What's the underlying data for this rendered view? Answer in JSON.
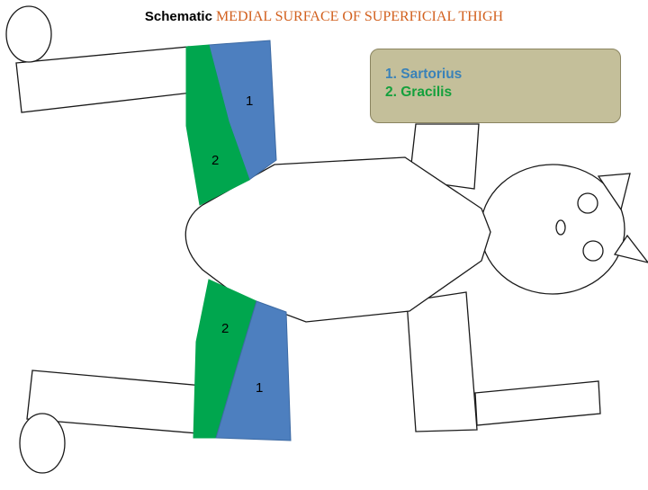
{
  "title": {
    "prefix": "Schematic",
    "main": "MEDIAL SURFACE OF SUPERFICIAL THIGH",
    "main_color": "#d2601e"
  },
  "legend": {
    "background": "#c4bf9a",
    "items": [
      {
        "label": "1. Sartorius",
        "color": "#3a82b8"
      },
      {
        "label": "2. Gracilis",
        "color": "#14a03c"
      }
    ]
  },
  "colors": {
    "sartorius_fill": "#4d7fbf",
    "gracilis_fill": "#00a64e",
    "outline": "#1a1a1a"
  },
  "muscles": {
    "upper": {
      "sartorius_number": "1",
      "gracilis_number": "2"
    },
    "lower": {
      "sartorius_number": "1",
      "gracilis_number": "2"
    }
  }
}
